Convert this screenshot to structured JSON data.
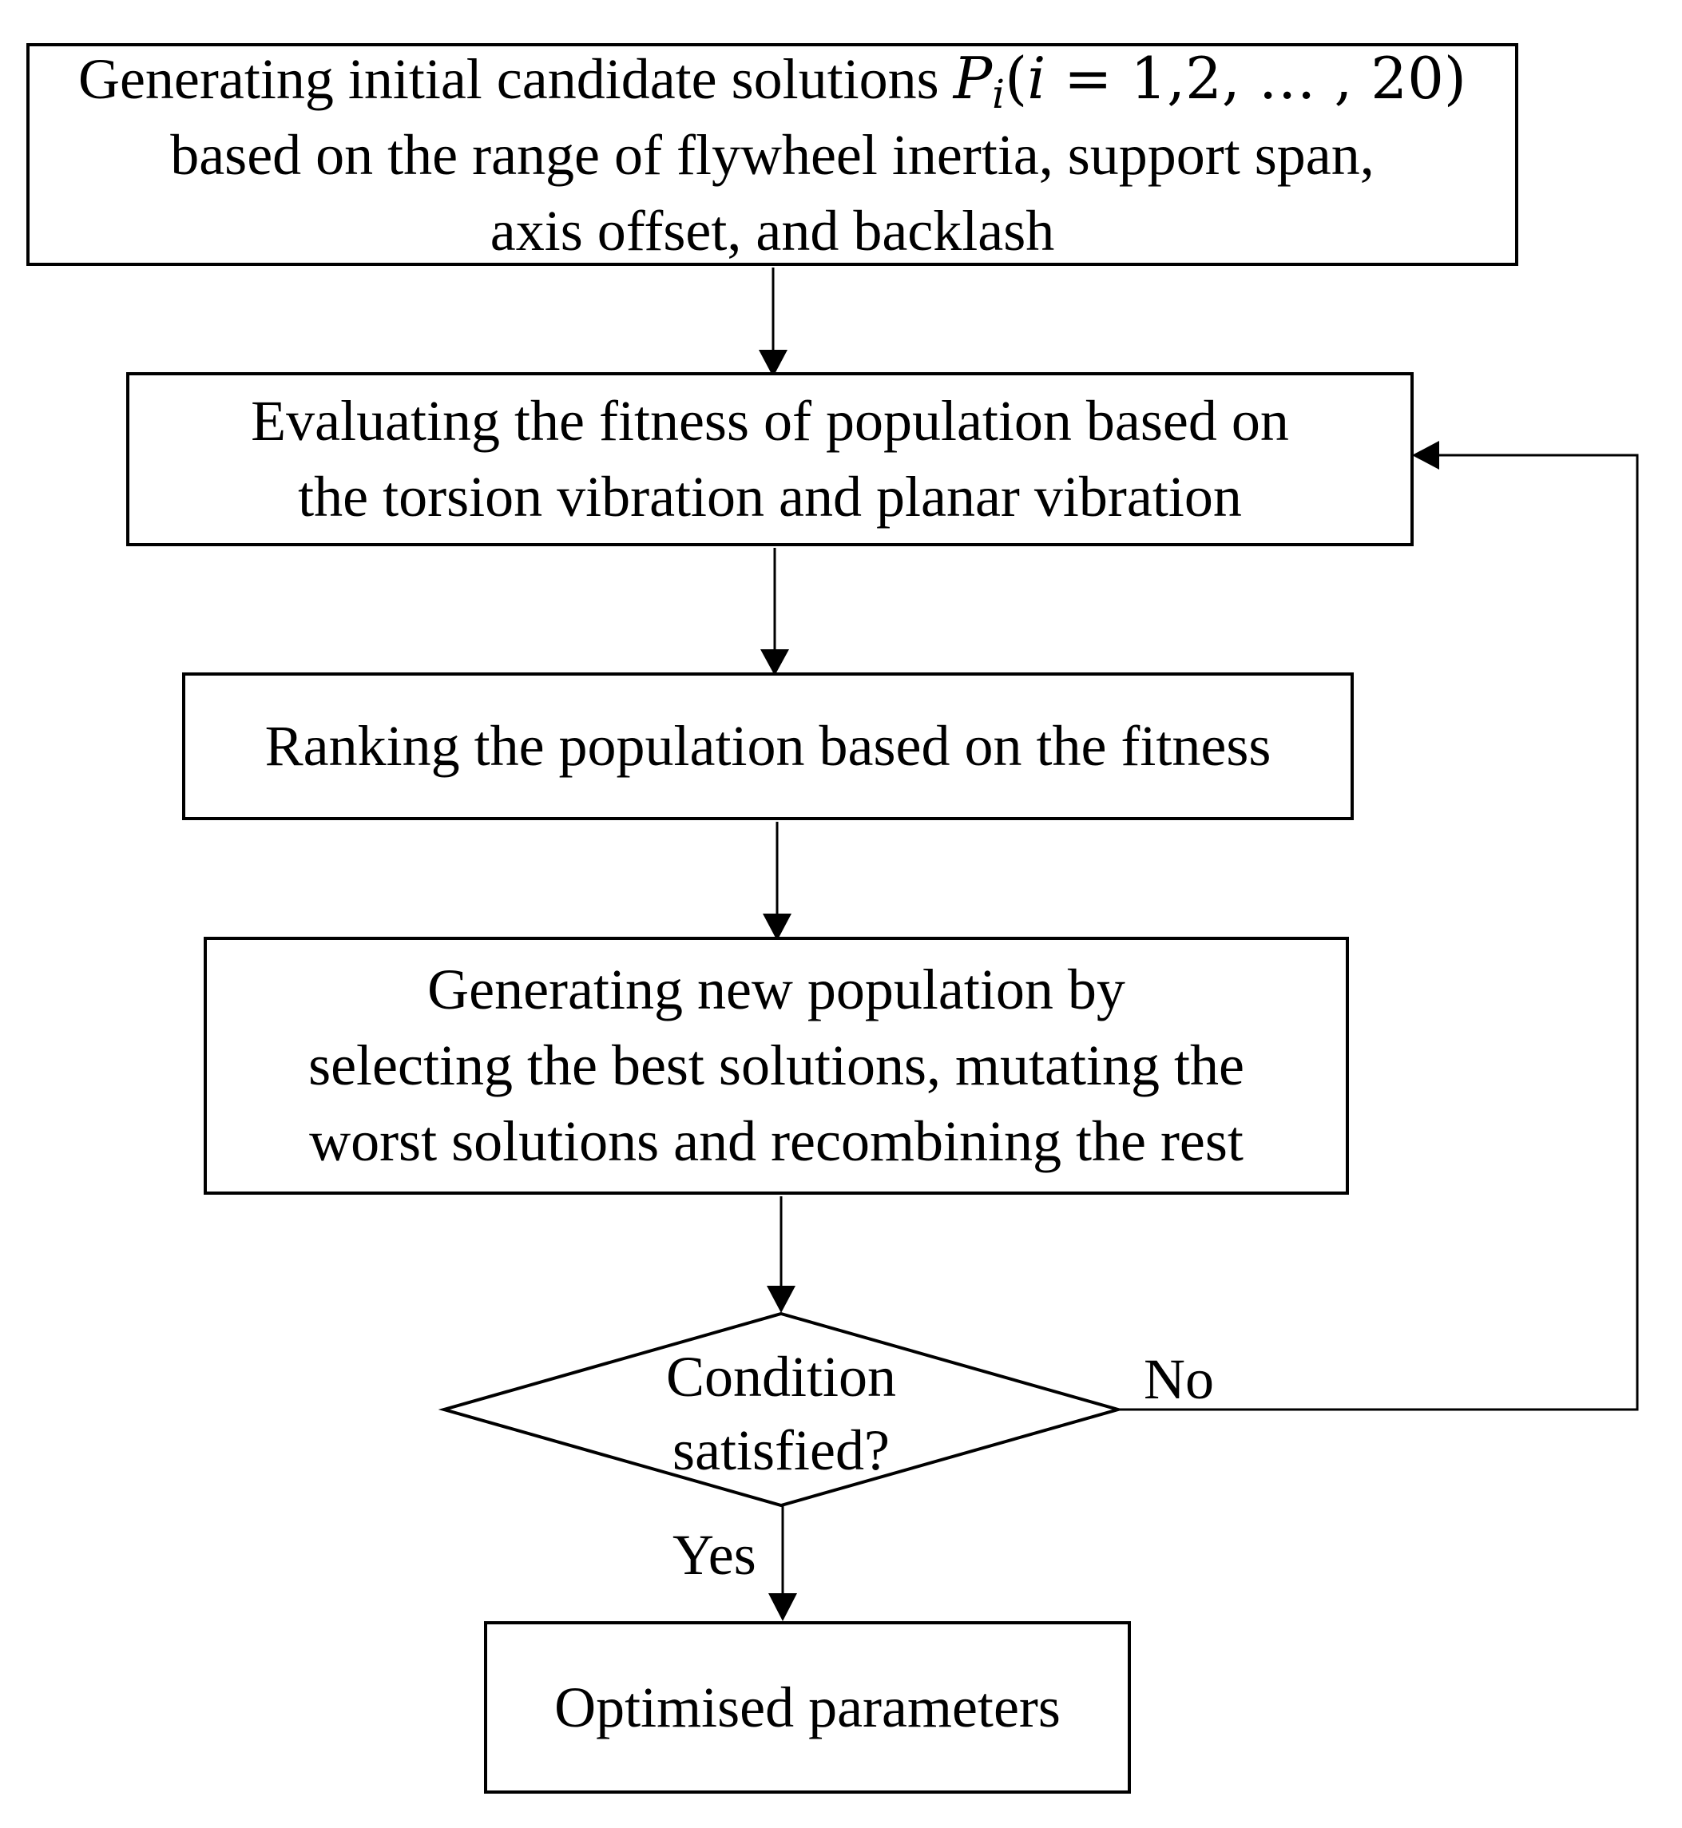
{
  "flowchart": {
    "step1": {
      "line1_text": "Generating initial candidate solutions ",
      "math_var": "P",
      "math_sub": "i",
      "math_open": "(",
      "math_i": "i",
      "math_rest": " = 1,2, … , 20)",
      "line2": "based on the range of flywheel inertia, support span,",
      "line3": "axis offset, and backlash"
    },
    "step2": {
      "line1": "Evaluating the fitness of population based on",
      "line2": "the torsion vibration and planar vibration"
    },
    "step3": {
      "line1": "Ranking the population based on the fitness"
    },
    "step4": {
      "line1": "Generating new population by",
      "line2": "selecting the best solutions, mutating the",
      "line3": "worst solutions and recombining the rest"
    },
    "decision": {
      "line1": "Condition",
      "line2": "satisfied?",
      "no_label": "No",
      "yes_label": "Yes"
    },
    "result": {
      "line1": "Optimised parameters"
    }
  }
}
